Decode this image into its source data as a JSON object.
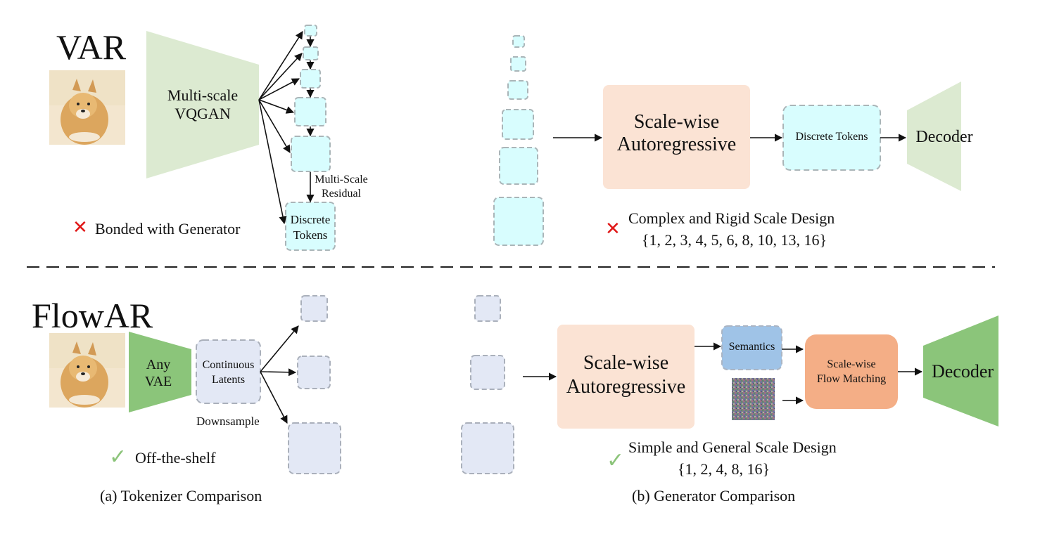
{
  "top": {
    "title": "VAR",
    "tokenizer": {
      "encoder_label": "Multi-scale\nVQGAN",
      "residual_label": "Multi-Scale\nResidual",
      "tokens_label": "Discrete\nTokens",
      "drawback": "Bonded with Generator",
      "drawback_icon": "cross-icon"
    },
    "generator": {
      "ar_label": "Scale-wise\nAutoregressive",
      "tokens_label": "Discrete Tokens",
      "decoder_label": "Decoder",
      "drawback": "Complex and Rigid Scale Design",
      "scales": "{1, 2, 3, 4, 5, 6, 8, 10, 13, 16}",
      "drawback_icon": "cross-icon"
    }
  },
  "bottom": {
    "title": "FlowAR",
    "tokenizer": {
      "encoder_label": "Any\nVAE",
      "latents_label": "Continuous\nLatents",
      "downsample_label": "Downsample",
      "benefit": "Off-the-shelf",
      "benefit_icon": "check-icon"
    },
    "generator": {
      "ar_label": "Scale-wise\nAutoregressive",
      "semantics_label": "Semantics",
      "flow_label": "Scale-wise\nFlow Matching",
      "decoder_label": "Decoder",
      "benefit": "Simple and General Scale Design",
      "scales": "{1, 2, 4, 8, 16}",
      "benefit_icon": "check-icon"
    }
  },
  "captions": {
    "a": "(a) Tokenizer Comparison",
    "b": "(b) Generator Comparison"
  },
  "colors": {
    "token_cyan": "#d8fdfe",
    "latent_lavender": "#e3e8f5",
    "encoder_green_light": "#dcead1",
    "encoder_green": "#8bc57a",
    "ar_peach": "#fbe3d4",
    "flow_orange": "#f4ae86",
    "semantics_blue": "#9fc3e7",
    "cross_red": "#e01818",
    "check_green": "#8cc47a"
  }
}
